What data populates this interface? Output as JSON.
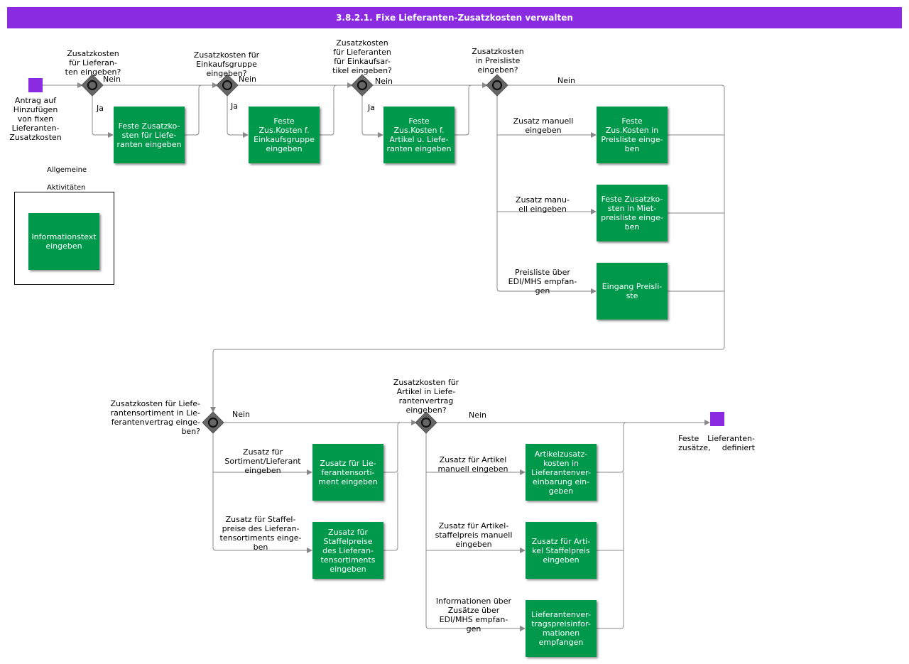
{
  "title": "3.8.2.1. Fixe Lieferanten-Zusatzkosten verwalten",
  "colors": {
    "header": "#8a2be2",
    "task": "#00994c",
    "event": "#8a2be2",
    "gateway": "#666666",
    "line": "#888888"
  },
  "events": {
    "start": {
      "label": "Antrag auf\nHinzufügen\nvon fixen\nLieferanten-\nZusatzkosten"
    },
    "end": {
      "label": "Feste   Lieferanten-\nzusätze,   definiert"
    }
  },
  "gateways": {
    "g1": {
      "question": "Zusatzkosten\nfür Lieferan-\nten eingeben?",
      "yes": "Ja",
      "no": "Nein"
    },
    "g2": {
      "question": "Zusatzkosten für\nEinkaufsgruppe\neingeben?",
      "yes": "Ja",
      "no": "Nein"
    },
    "g3": {
      "question": "Zusatzkosten\nfür Lieferanten\nfür Einkaufsar-\ntikel eingeben?",
      "yes": "Ja",
      "no": "Nein"
    },
    "g4": {
      "question": "Zusatzkosten\nin Preisliste\neingeben?",
      "no": "Nein"
    },
    "g5": {
      "question": "Zusatzkosten für Liefe-\nrantensortiment in Lie-\nferantenvertrag einge-\nben?",
      "no": "Nein"
    },
    "g6": {
      "question": "Zusatzkosten für\nArtikel in Liefe-\nrantenvertrag\neingeben?",
      "no": "Nein"
    }
  },
  "tasks": {
    "t1": "Feste Zusatzko-\nsten für Liefe-\nranten eingeben",
    "t2": "Feste\nZus.Kosten f.\nEinkaufsgruppe\neingeben",
    "t3": "Feste\nZus.Kosten f.\nArtikel u. Liefe-\nranten eingeben",
    "t4": "Feste\nZus.Kosten in\nPreisliste einge-\nben",
    "t5": "Feste Zusatzko-\nsten in Miet-\npreisliste einge-\nben",
    "t6": "Eingang Preisli-\nste",
    "t7": "Zusatz für   Lie-\nferantensorti-\nment   eingeben",
    "t8": "Zusatz für\nStaffelpreise\ndes   Lieferan-\ntensortiments\neingeben",
    "t9": "Artikelzusatz-\nkosten    in\nLieferantenver-\neinbarung   ein-\ngeben",
    "t10": "Zusatz für Arti-\nkel Staffelpreis\neingeben",
    "t11": "Lieferantenver-\ntragspreisinfor-\nmationen\nempfangen"
  },
  "edges": {
    "e_t4": "Zusatz manuell\neingeben",
    "e_t5": "Zusatz manu-\nell eingeben",
    "e_t6": "Preisliste über\nEDI/MHS empfan-\ngen",
    "e_t7": "Zusatz für\nSortiment/Lieferant\neingeben",
    "e_t8": "Zusatz für Staffel-\npreise des Lieferan-\ntensortiments einge-\nben",
    "e_t9": "Zusatz für Artikel\nmanuell eingeben",
    "e_t10": "Zusatz für Artikel-\nstaffelpreis manuell\neingeben",
    "e_t11": "Informationen über\nZusätze über\nEDI/MHS empfan-\ngen"
  },
  "general": {
    "group_label_1": "Allgemeine",
    "group_label_2": "Aktivitäten",
    "task": "Informationstext\neingeben"
  }
}
